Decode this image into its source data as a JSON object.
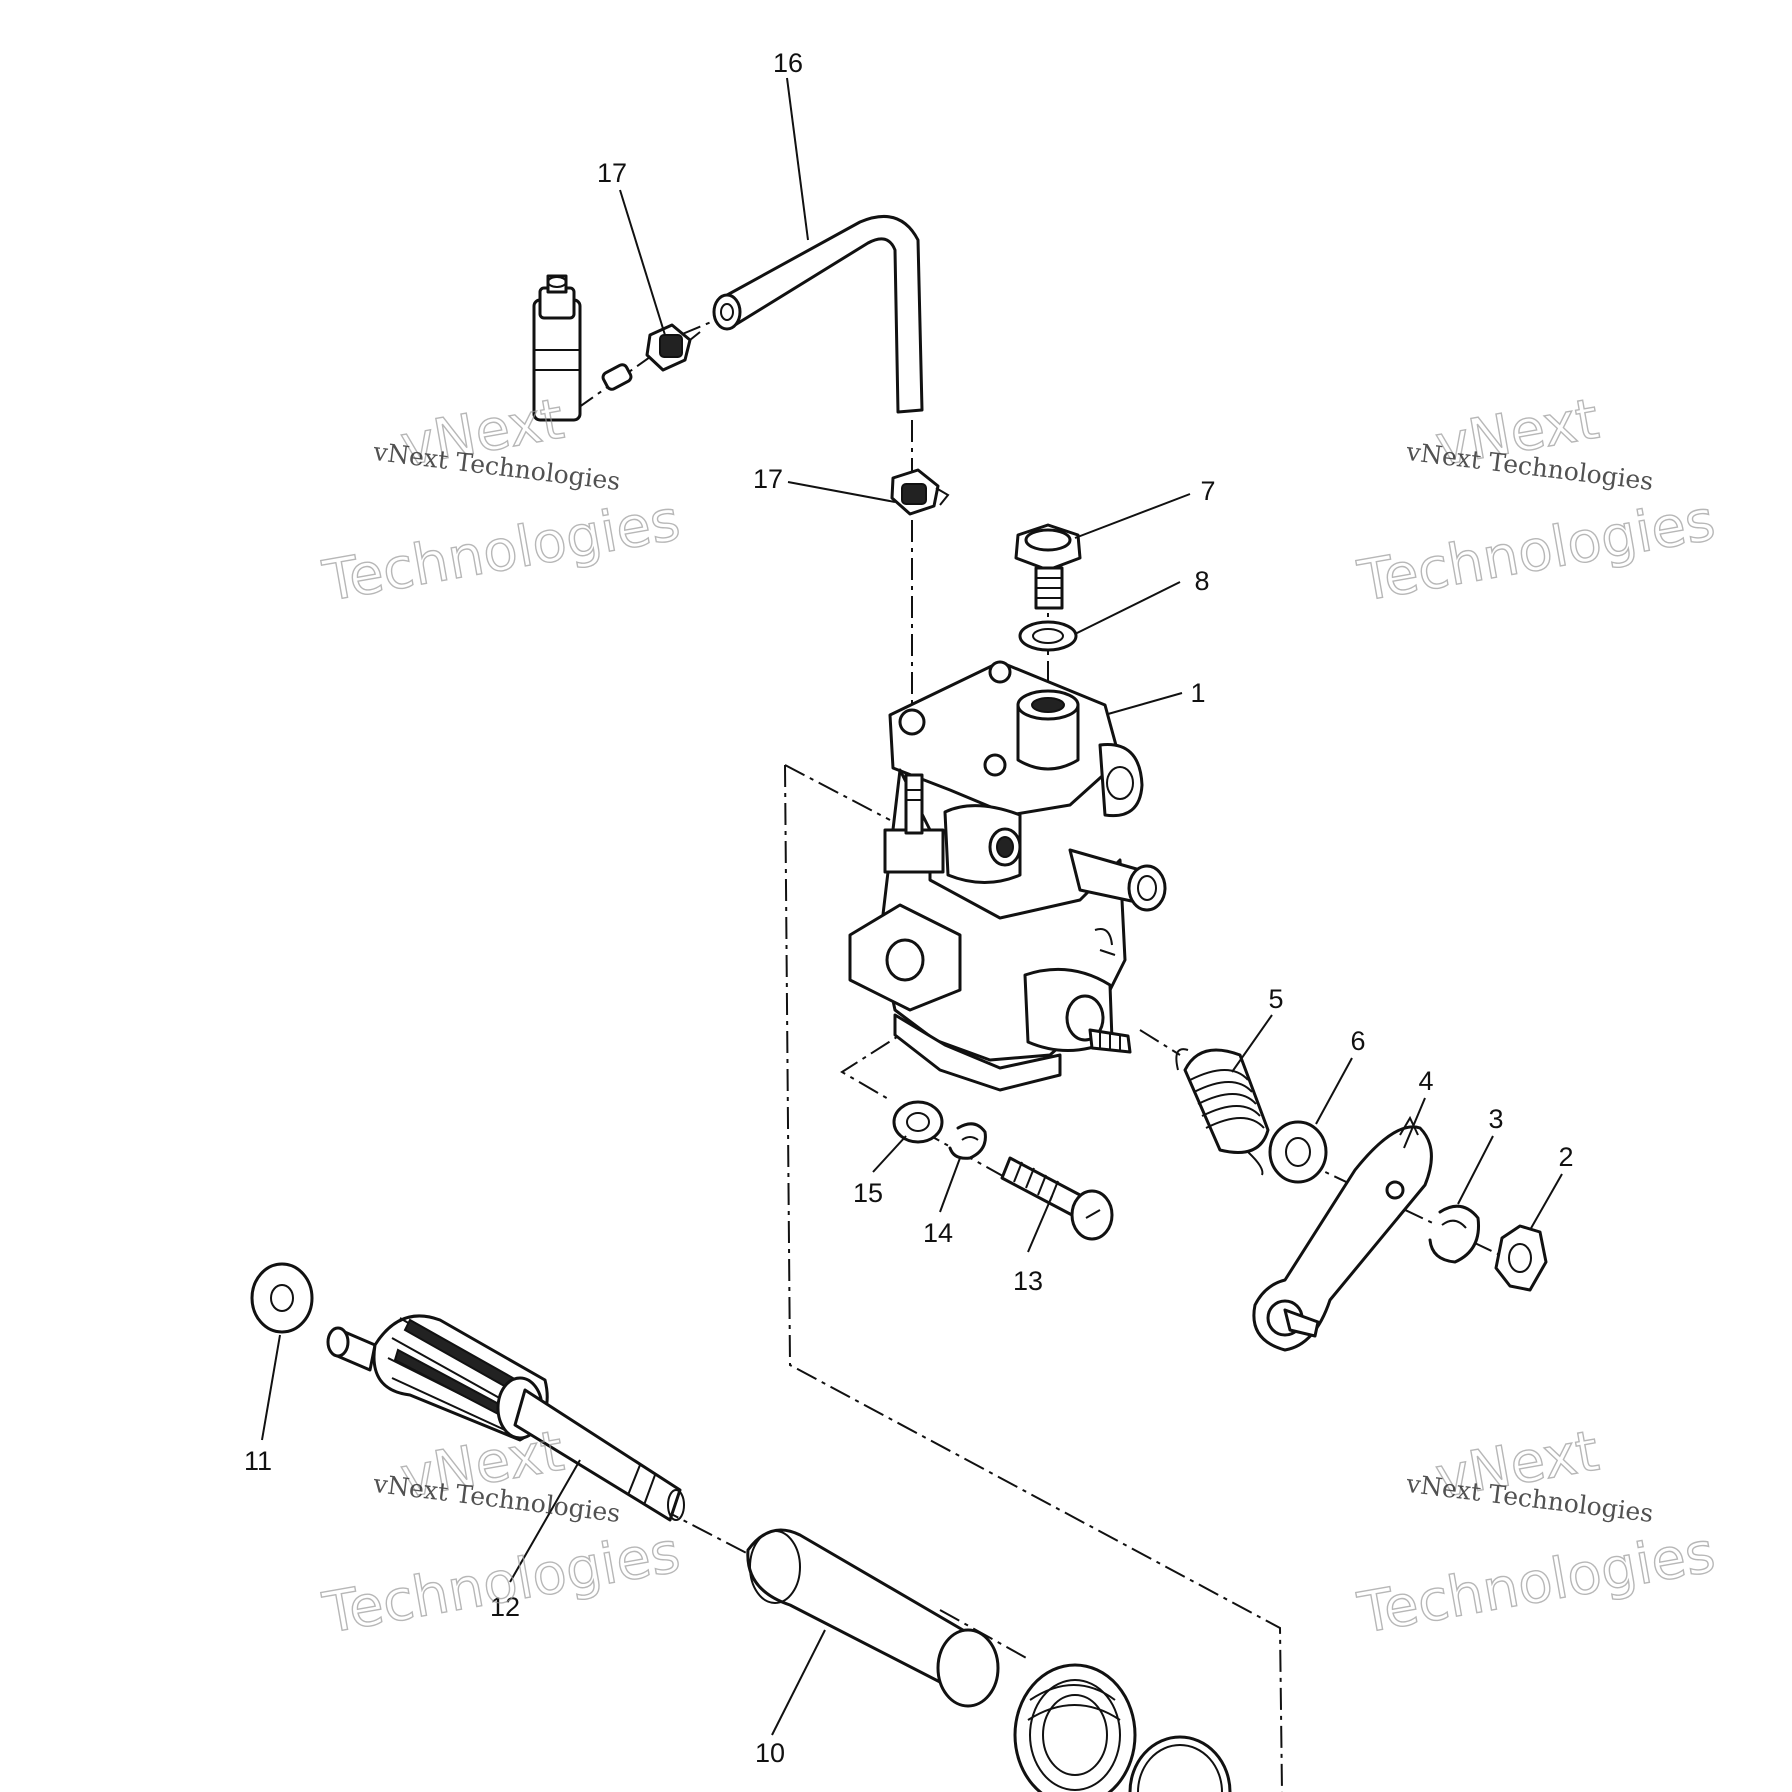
{
  "callouts": {
    "p1": "1",
    "p2": "2",
    "p3": "3",
    "p4": "4",
    "p5": "5",
    "p6": "6",
    "p7": "7",
    "p8": "8",
    "p10": "10",
    "p11": "11",
    "p12": "12",
    "p13": "13",
    "p14": "14",
    "p15": "15",
    "p16": "16",
    "p17a": "17",
    "p17b": "17"
  },
  "watermark": {
    "line_small": "vNext Technologies",
    "big_top": "vNext",
    "big_bottom": "Technologies"
  }
}
